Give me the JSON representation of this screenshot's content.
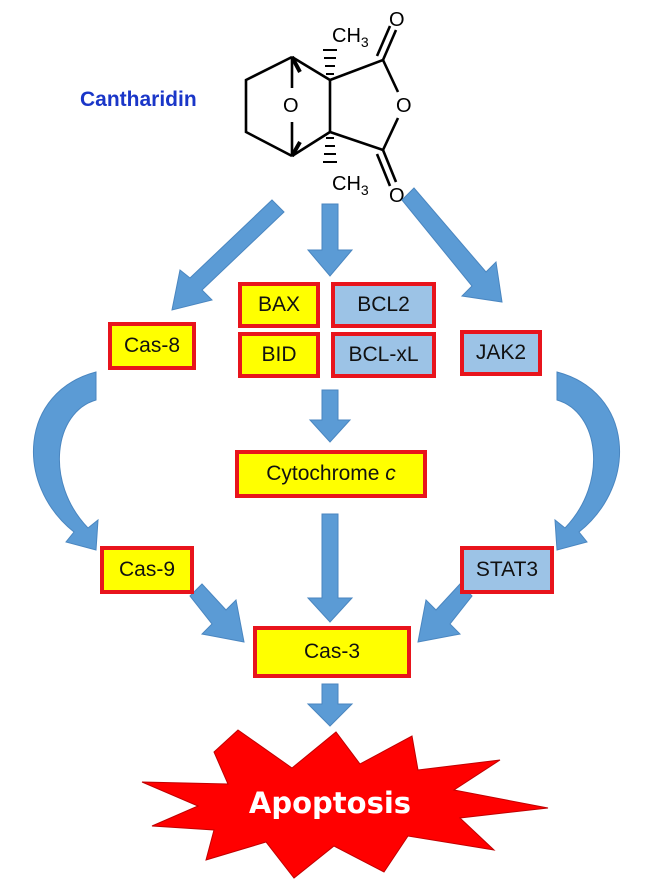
{
  "compound_label": "Cantharidin",
  "structure_labels": {
    "methyl_top": "CH",
    "methyl_bottom": "CH",
    "methyl_subscript": "3",
    "bridge_oxygen": "O",
    "ring_oxygen": "O",
    "carbonyl_top": "O",
    "carbonyl_bottom": "O"
  },
  "nodes": {
    "cas8": "Cas-8",
    "bax": "BAX",
    "bcl2": "BCL2",
    "bid": "BID",
    "bclxl": "BCL-xL",
    "jak2": "JAK2",
    "cytochrome": "Cytochrome",
    "cytochrome_italic": "c",
    "cas9": "Cas-9",
    "stat3": "STAT3",
    "cas3": "Cas-3"
  },
  "outcome": "Apoptosis",
  "colors": {
    "activated_fill": "#ffff00",
    "inhibited_fill": "#9cc3e6",
    "box_border": "#e8141c",
    "arrow": "#5b9bd5",
    "burst": "#ff0000",
    "title": "#1a36c8"
  }
}
